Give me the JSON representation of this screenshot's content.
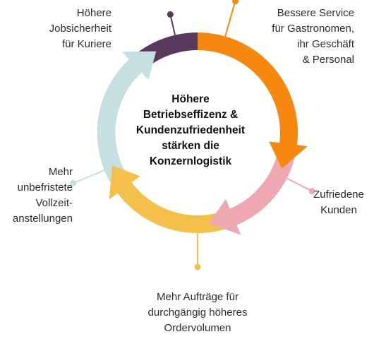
{
  "center": {
    "lines": [
      "Höhere",
      "Betriebseffizenz &",
      "Kundenzufriedenheit",
      "stärken die",
      "Konzernlogistik"
    ]
  },
  "stages": [
    {
      "id": "courier",
      "lines": [
        "Höhere",
        "Jobsicherheit",
        "für Kuriere"
      ],
      "color": "#5a3a5c"
    },
    {
      "id": "service",
      "lines": [
        "Bessere Service",
        "für Gastronomen,",
        "ihr Geschäft",
        "& Personal"
      ],
      "color": "#f7880f"
    },
    {
      "id": "customers",
      "lines": [
        "Zufriedene",
        "Kunden"
      ],
      "color": "#efa8b2"
    },
    {
      "id": "orders",
      "lines": [
        "Mehr Aufträge für",
        "durchgängig höheres",
        "Ordervolumen"
      ],
      "color": "#f5c04a"
    },
    {
      "id": "employment",
      "lines": [
        "Mehr",
        "unbefristete",
        "Vollzeit-",
        "anstellungen"
      ],
      "color": "#c6dfe1"
    }
  ],
  "colors": {
    "ring_background": "#e0e0e0",
    "inner_circle": "#ffffff"
  }
}
